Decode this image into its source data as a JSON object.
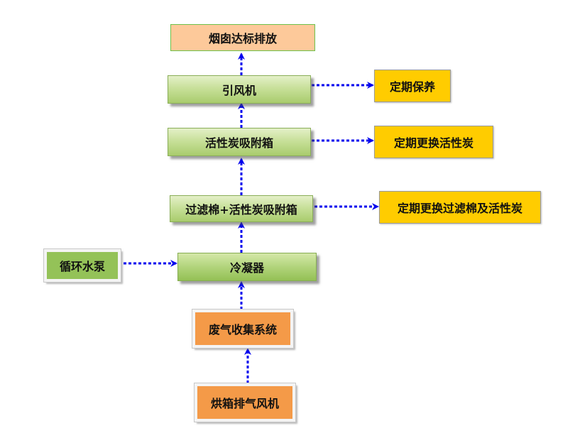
{
  "diagram": {
    "nodes": {
      "stack": "烟囱达标排放",
      "induced_fan": "引风机",
      "maintenance": "定期保养",
      "carbon_box": "活性炭吸附箱",
      "replace_carbon": "定期更换活性炭",
      "filter_carbon_box": "过滤棉+活性炭吸附箱",
      "replace_filter_carbon": "定期更换过滤棉及活性炭",
      "pump": "循环水泵",
      "condenser": "冷凝器",
      "gas_collection": "废气收集系统",
      "oven_fan": "烘箱排气风机"
    },
    "colors": {
      "arrow": "#0000ee",
      "green_box": "#b2d483",
      "peach_box": "#fdc99a",
      "yellow_box": "#ffcc00",
      "orange_box": "#f49a48"
    }
  }
}
